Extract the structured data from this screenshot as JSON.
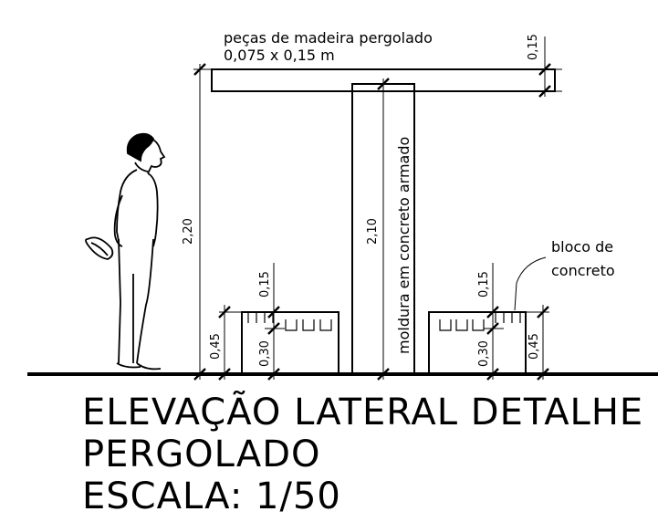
{
  "annotations": {
    "timber_line1": "peças de madeira pergolado",
    "timber_line2": "0,075 x 0,15 m",
    "frame": "moldura em concreto armado",
    "block_line1": "bloco de",
    "block_line2": "concreto"
  },
  "dimensions": {
    "total_height": "2,20",
    "column_height": "2,10",
    "beam_thickness": "0,15",
    "left_block_height": "0,45",
    "left_block_top": "0,15",
    "left_block_inner": "0,30",
    "right_block_top": "0,15",
    "right_block_inner": "0,30",
    "right_block_height": "0,45"
  },
  "title": {
    "line1": "ELEVAÇÃO LATERAL DETALHE",
    "line2": "PERGOLADO",
    "line3": "ESCALA: 1/50"
  },
  "colors": {
    "ink": "#000000",
    "paper": "#ffffff"
  }
}
